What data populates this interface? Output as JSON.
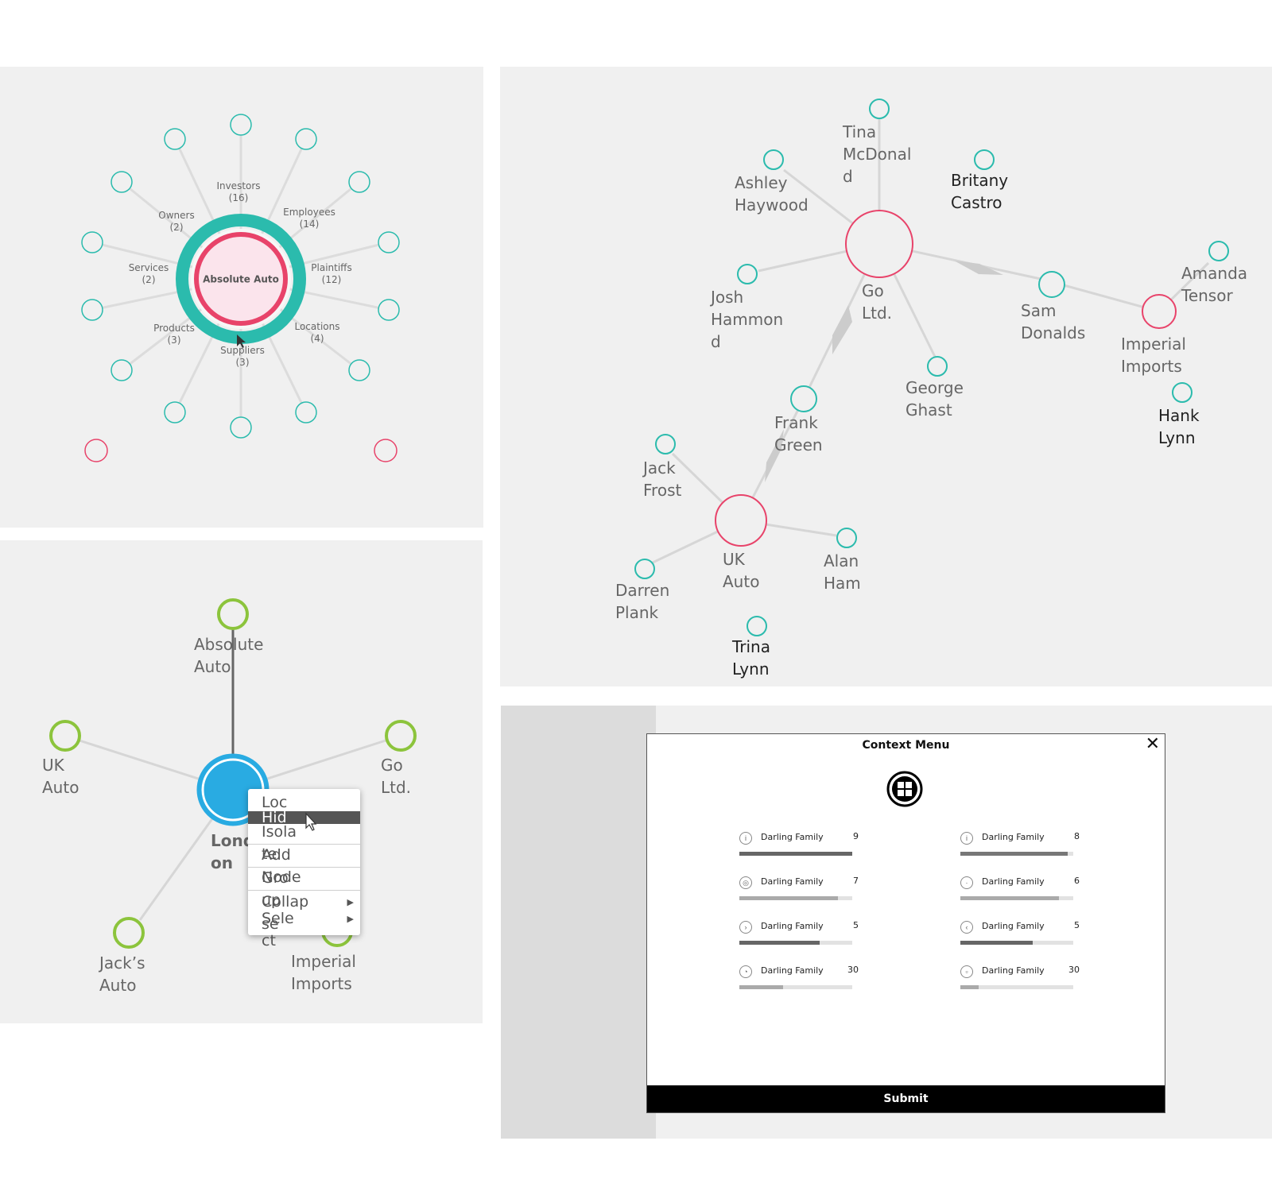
{
  "panel_a": {
    "center_label": "Absolute Auto",
    "categories": [
      {
        "name": "Investors",
        "count": "(16)"
      },
      {
        "name": "Employees",
        "count": "(14)"
      },
      {
        "name": "Plaintiffs",
        "count": "(12)"
      },
      {
        "name": "Locations",
        "count": "(4)"
      },
      {
        "name": "Suppliers",
        "count": "(3)"
      },
      {
        "name": "Products",
        "count": "(3)"
      },
      {
        "name": "Services",
        "count": "(2)"
      },
      {
        "name": "Owners",
        "count": "(2)"
      }
    ]
  },
  "panel_b": {
    "hubs": [
      "Go Ltd.",
      "UK Auto",
      "Imperial Imports"
    ],
    "nodes": [
      "Tina McDonald",
      "Britany Castro",
      "Ashley Haywood",
      "Josh Hammond",
      "George Ghast",
      "Sam Donalds",
      "Amanda Tensor",
      "Hank Lynn",
      "Frank Green",
      "Jack Frost",
      "Alan Ham",
      "Darren Plank",
      "Trina Lynn"
    ],
    "label_lines": {
      "tina": [
        "Tina",
        "McDonal",
        "d"
      ],
      "britany": [
        "Britany",
        "Castro"
      ],
      "ashley": [
        "Ashley",
        "Haywood"
      ],
      "josh": [
        "Josh",
        "Hammon",
        "d"
      ],
      "go": [
        "Go",
        "Ltd."
      ],
      "george": [
        "George",
        "Ghast"
      ],
      "sam": [
        "Sam",
        "Donalds"
      ],
      "amanda": [
        "Amanda",
        "Tensor"
      ],
      "imperial": [
        "Imperial",
        "Imports"
      ],
      "hank": [
        "Hank",
        "Lynn"
      ],
      "frank": [
        "Frank",
        "Green"
      ],
      "jack": [
        "Jack",
        "Frost"
      ],
      "uk": [
        "UK",
        "Auto"
      ],
      "alan": [
        "Alan",
        "Ham"
      ],
      "darren": [
        "Darren",
        "Plank"
      ],
      "trina": [
        "Trina",
        "Lynn"
      ]
    }
  },
  "panel_c": {
    "center_lines": [
      "Lond",
      "on"
    ],
    "absolute_lines": [
      "Absolute",
      "Auto"
    ],
    "uk_lines": [
      "UK",
      "Auto"
    ],
    "go_lines": [
      "Go",
      "Ltd."
    ],
    "jacks_lines": [
      "Jack’s",
      "Auto"
    ],
    "imperial_lines": [
      "Imperial",
      "Imports"
    ],
    "context_menu": {
      "items": [
        {
          "lines": [
            "Loc"
          ],
          "highlighted": false
        },
        {
          "lines": [
            "Hid"
          ],
          "highlighted": true
        },
        {
          "lines": [
            "Isola",
            "te"
          ],
          "highlighted": false
        },
        {
          "lines": [
            "Add",
            "Node"
          ],
          "highlighted": false
        },
        {
          "lines": [
            "Gro",
            "up"
          ],
          "highlighted": false
        },
        {
          "lines": [
            "Collap",
            "se"
          ],
          "highlighted": false,
          "submenu": true
        },
        {
          "lines": [
            "Sele",
            "ct"
          ],
          "highlighted": false,
          "submenu": true
        }
      ],
      "submenu_arrow": "▶"
    }
  },
  "panel_d": {
    "title": "Context Menu",
    "close_symbol": "✕",
    "submit_label": "Submit",
    "stats": [
      {
        "label": "Darling Family",
        "value": "9",
        "level": 1.0,
        "color": "#666666"
      },
      {
        "label": "Darling Family",
        "value": "8",
        "level": 0.95,
        "color": "#777777"
      },
      {
        "label": "Darling Family",
        "value": "7",
        "level": 0.87,
        "color": "#aaaaaa"
      },
      {
        "label": "Darling Family",
        "value": "6",
        "level": 0.87,
        "color": "#aaaaaa"
      },
      {
        "label": "Darling Family",
        "value": "5",
        "level": 0.71,
        "color": "#666666"
      },
      {
        "label": "Darling Family",
        "value": "5",
        "level": 0.64,
        "color": "#666666"
      },
      {
        "label": "Darling Family",
        "value": "30",
        "level": 0.39,
        "color": "#aaaaaa"
      },
      {
        "label": "Darling Family",
        "value": "30",
        "level": 0.16,
        "color": "#aaaaaa"
      }
    ]
  },
  "colors": {
    "teal": "#2bbbad",
    "pink": "#e8436a",
    "green": "#8cc43c",
    "blue": "#29abe2",
    "edge": "#d6d6d6",
    "panel": "#f0f0f0"
  }
}
